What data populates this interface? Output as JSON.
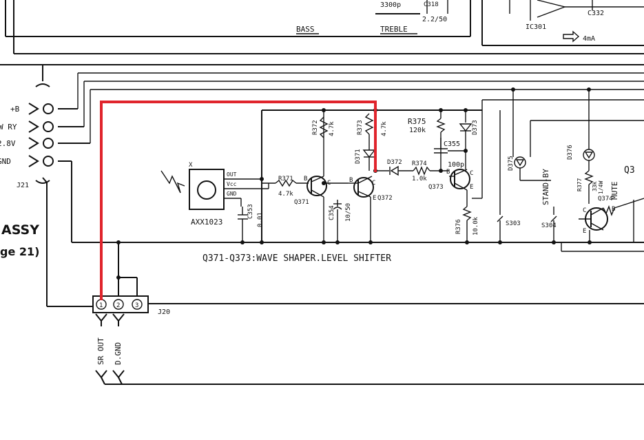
{
  "top_labels": {
    "bass": "BASS",
    "treble": "TREBLE",
    "c_val": "3300p",
    "c318": "C318",
    "c318_val": "2.2/50",
    "ic301": "IC301",
    "c332": "C332",
    "current": "4mA"
  },
  "connectors_left": {
    "b_plus": "+B",
    "w_ry": "W RY",
    "v28": "2.8V",
    "gnd": "GND",
    "j21": "J21"
  },
  "assy_label": {
    "line1": "ASSY",
    "line2": "ge 21)"
  },
  "sensor": {
    "part": "AXX1023",
    "out": "OUT",
    "vcc": "Vcc",
    "gnd": "GND",
    "x": "X"
  },
  "components": {
    "r371": "R371",
    "r371_val": "4.7k",
    "r372": "R372",
    "r372_val": "4.7k",
    "r373": "R373",
    "r373_val": "4.7k",
    "c353": "C353",
    "c353_val": "0.01",
    "c354": "C354",
    "c354_val": "10/50",
    "d371": "D371",
    "d372": "D372",
    "d373": "D373",
    "r374": "R374",
    "r374_val": "1.0k",
    "r375": "R375",
    "r375_val": "120k",
    "c355": "C355",
    "c355_val": "100p",
    "r376": "R376",
    "r376_val": "10.0k",
    "q371": "Q371",
    "q372": "Q372",
    "q373": "Q373",
    "q374": "Q374",
    "q3": "Q3",
    "s303": "S303",
    "s304": "S304",
    "d375": "D375",
    "d376": "D376",
    "r377": "R377",
    "r377_val": "33k",
    "r377_w": "1/4W",
    "standby": "STAND-BY",
    "mute": "MUTE",
    "pin_b": "B",
    "pin_c": "C",
    "pin_e": "E"
  },
  "caption": "Q371-Q373:WAVE SHAPER.LEVEL SHIFTER",
  "j20": {
    "label": "J20",
    "pins": [
      "1",
      "2",
      "3"
    ],
    "sr_out": "SR OUT",
    "d_gnd": "D.GND"
  },
  "highlight_color": "#e0242c"
}
